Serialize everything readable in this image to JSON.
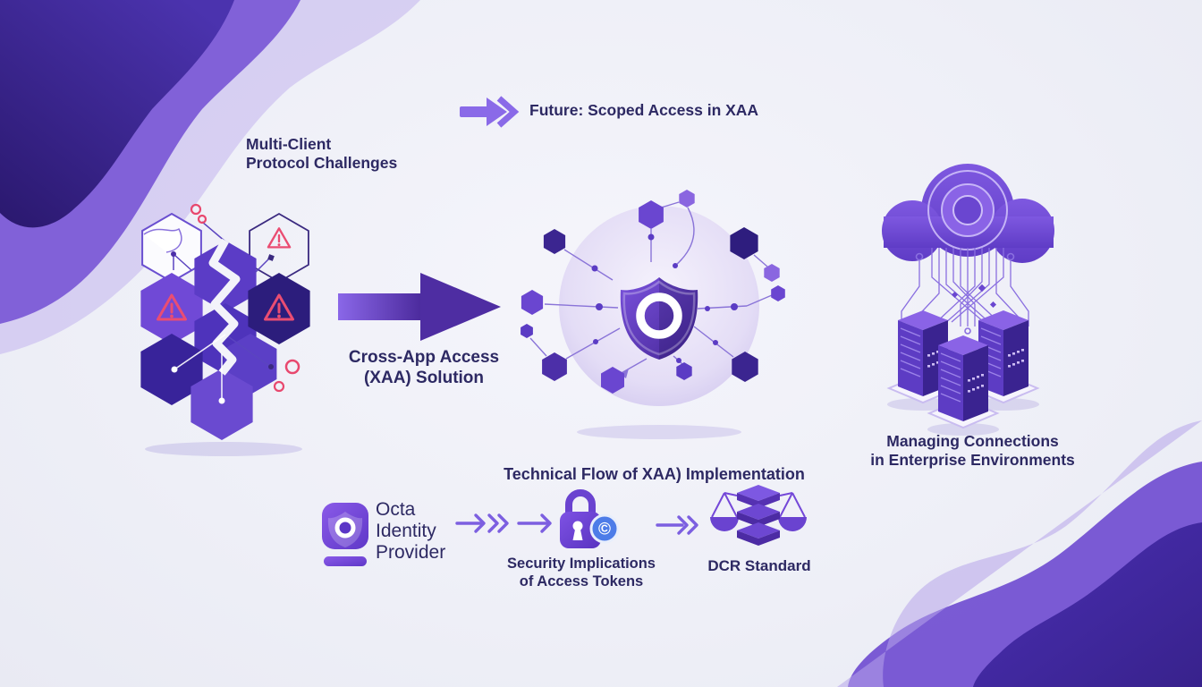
{
  "palette": {
    "background": "#eeeff7",
    "deep_purple": "#2e1d7e",
    "purple": "#6a46d0",
    "light_purple": "#8a6ae8",
    "text": "#2d2963",
    "warning_pink": "#e8486e",
    "badge_blue": "#4d7ce8"
  },
  "top": {
    "future_label": "Future: Scoped Access in XAA"
  },
  "left_section": {
    "title_line1": "Multi-Client",
    "title_line2": "Protocol Challenges"
  },
  "solution": {
    "line1": "Cross-App Access",
    "line2": "(XAA) Solution"
  },
  "center": {
    "shield_letter": "O"
  },
  "right_section": {
    "caption_line1": "Managing Connections",
    "caption_line2": "in Enterprise Environments"
  },
  "flow": {
    "title": "Technical Flow of XAA) Implementation",
    "provider": {
      "line1": "Octa",
      "line2": "Identity",
      "line3": "Provider"
    },
    "security": {
      "line1": "Security Implications",
      "line2": "of Access Tokens"
    },
    "dcr_label": "DCR Standard",
    "badge_symbol": "©"
  }
}
